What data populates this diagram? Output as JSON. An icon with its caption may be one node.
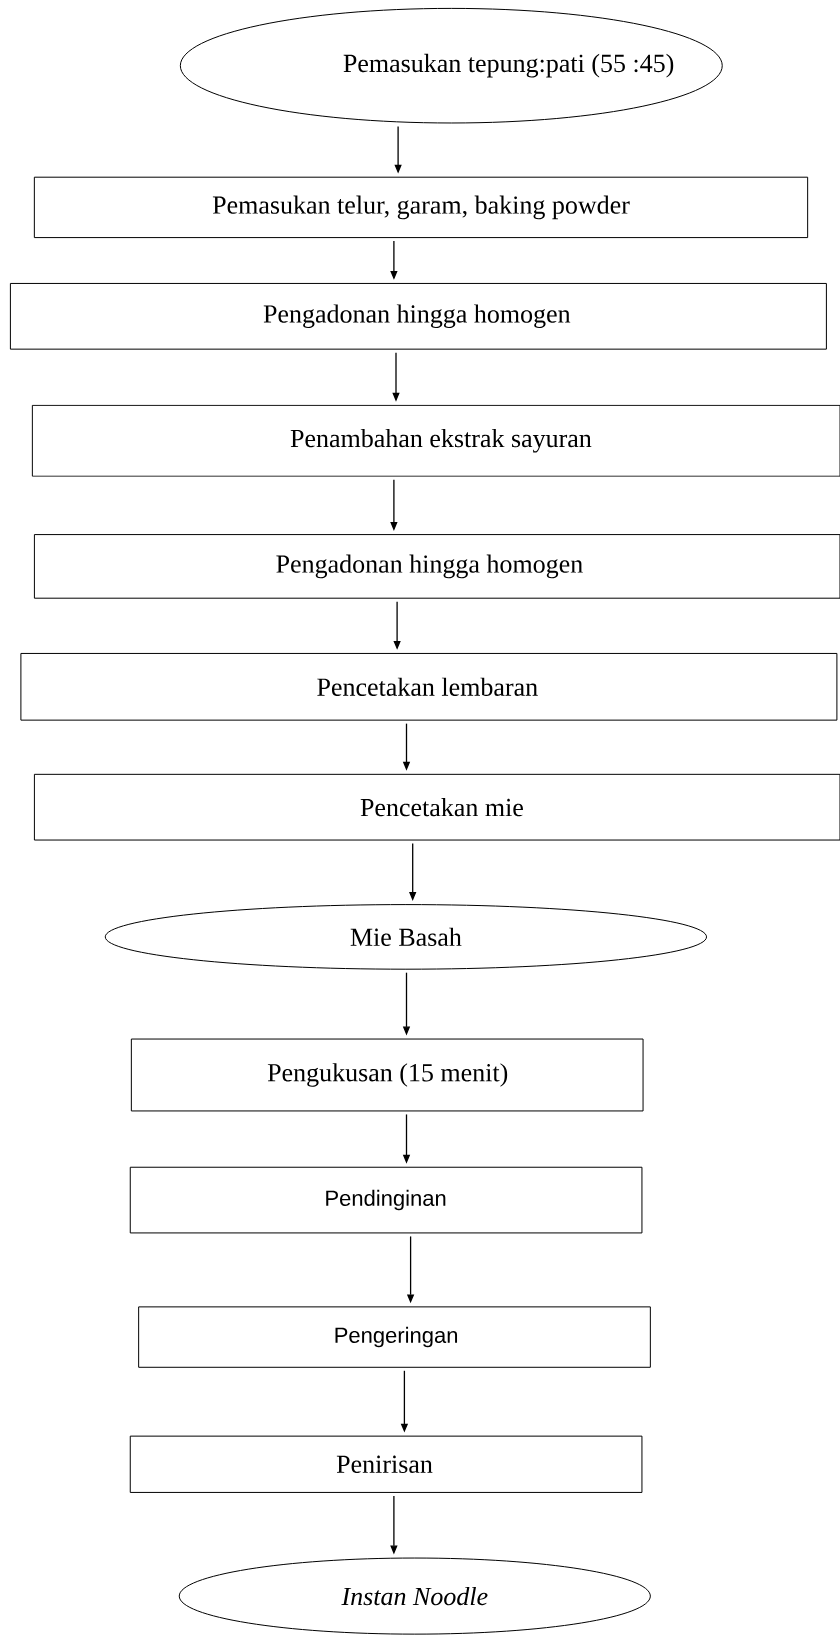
{
  "diagram": {
    "nodes": [
      {
        "text": [
          "Pemasukan tepung:pati  (55 :45)"
        ]
      },
      {
        "text": [
          "Pemasukan telur, garam, baking powder"
        ]
      },
      {
        "text": [
          "Pengadonan hingga homogen"
        ]
      },
      {
        "text": [
          "Penambahan ekstrak sayuran"
        ]
      },
      {
        "text": [
          "Pengadonan hingga homogen"
        ]
      },
      {
        "text": [
          "Pencetakan lembaran"
        ]
      },
      {
        "text": [
          "Pencetakan mie"
        ]
      },
      {
        "text": [
          "Mie Basah"
        ]
      },
      {
        "text": [
          "Pengukusan (15 menit)"
        ]
      },
      {
        "text": [
          "Pendinginan"
        ]
      },
      {
        "text": [
          "Pengeringan"
        ]
      },
      {
        "text": [
          "Penirisan"
        ]
      },
      {
        "text": [
          "Instan Noodle"
        ]
      }
    ],
    "edges": [
      {
        "from": 0,
        "to": 1,
        "arrow": "to"
      },
      {
        "from": 1,
        "to": 2,
        "arrow": "to"
      },
      {
        "from": 2,
        "to": 3,
        "arrow": "to"
      },
      {
        "from": 3,
        "to": 4,
        "arrow": "to"
      },
      {
        "from": 4,
        "to": 5,
        "arrow": "to"
      },
      {
        "from": 5,
        "to": 6,
        "arrow": "to"
      },
      {
        "from": 6,
        "to": 7,
        "arrow": "to"
      },
      {
        "from": 7,
        "to": 8,
        "arrow": "to"
      },
      {
        "from": 8,
        "to": 9,
        "arrow": "to"
      },
      {
        "from": 9,
        "to": 10,
        "arrow": "to"
      },
      {
        "from": 10,
        "to": 11,
        "arrow": "to"
      },
      {
        "from": 11,
        "to": 12,
        "arrow": "to"
      }
    ]
  }
}
